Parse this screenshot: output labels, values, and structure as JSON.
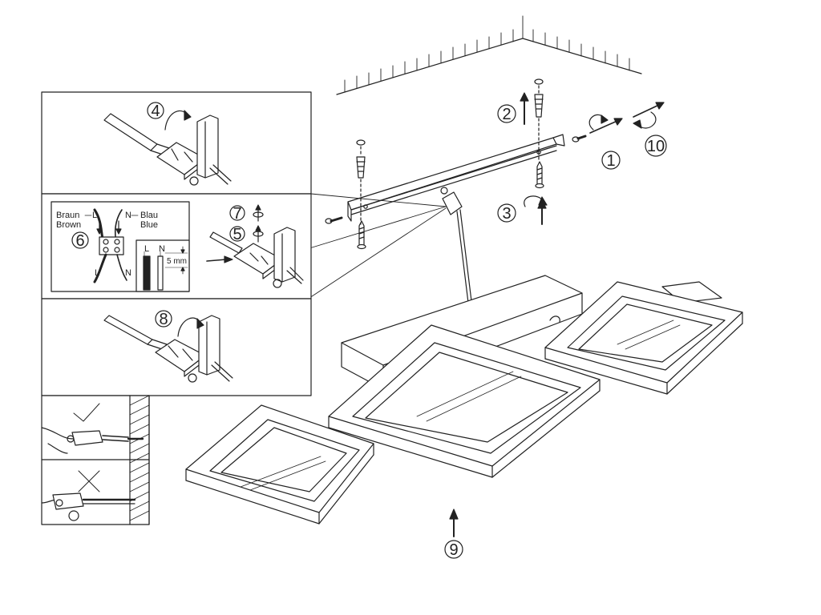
{
  "steps": {
    "s1": "1",
    "s2": "2",
    "s3": "3",
    "s4": "4",
    "s5": "5",
    "s6": "6",
    "s7": "7",
    "s8": "8",
    "s9": "9",
    "s10": "10"
  },
  "wiring": {
    "braun": "Braun",
    "brown": "Brown",
    "blau": "Blau",
    "blue": "Blue",
    "l_left": "L",
    "n_right": "N",
    "l_bottom": "L",
    "n_bottom": "N",
    "l_box": "L",
    "n_box": "N",
    "strip_length": "5 mm"
  }
}
